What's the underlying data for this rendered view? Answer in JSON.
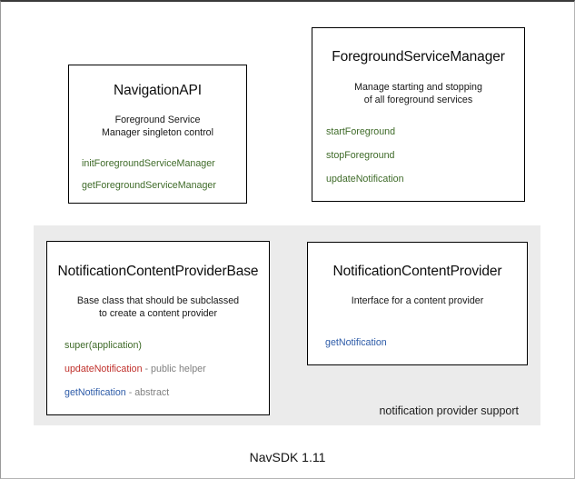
{
  "diagram": {
    "footer_caption": "NavSDK 1.11",
    "colors": {
      "method_green": "#3f6b29",
      "method_red": "#c0302b",
      "method_blue": "#2d5ba8",
      "annotation_gray": "#808080",
      "group_panel_bg": "#ebebeb",
      "box_border": "#000000",
      "page_bg": "#ffffff"
    },
    "boxes": {
      "navigation_api": {
        "title": "NavigationAPI",
        "description_line1": "Foreground Service",
        "description_line2": "Manager singleton control",
        "members": [
          {
            "name": "initForegroundServiceManager",
            "note": ""
          },
          {
            "name": "getForegroundServiceManager",
            "note": ""
          }
        ]
      },
      "foreground_service_manager": {
        "title": "ForegroundServiceManager",
        "description_line1": "Manage starting and stopping",
        "description_line2": "of all foreground services",
        "members": [
          {
            "name": "startForeground",
            "note": ""
          },
          {
            "name": "stopForeground",
            "note": ""
          },
          {
            "name": "updateNotification",
            "note": ""
          }
        ]
      },
      "notification_content_provider_base": {
        "title": "NotificationContentProviderBase",
        "description_line1": "Base class that should be subclassed",
        "description_line2": "to create a content provider",
        "members": [
          {
            "name": "super(application)",
            "note": ""
          },
          {
            "name": "updateNotification",
            "note": " - public helper"
          },
          {
            "name": "getNotification",
            "note": " - abstract"
          }
        ]
      },
      "notification_content_provider": {
        "title": "NotificationContentProvider",
        "description_line1": "Interface for a content provider",
        "description_line2": "",
        "members": [
          {
            "name": "getNotification",
            "note": ""
          }
        ]
      }
    },
    "groups": {
      "notification_provider_support": {
        "label": "notification provider support"
      }
    }
  }
}
